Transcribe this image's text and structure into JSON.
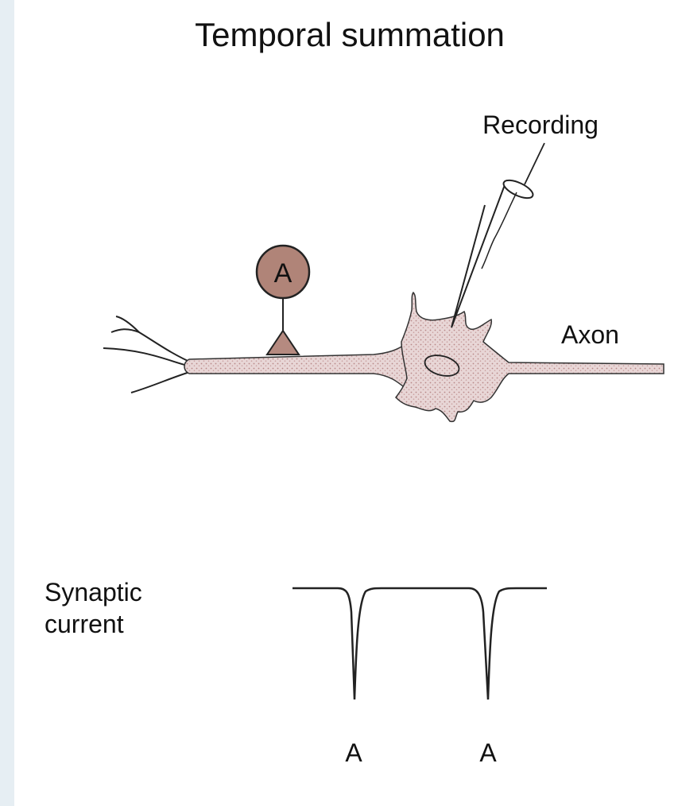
{
  "title": "Temporal summation",
  "labels": {
    "recording": "Recording",
    "axon": "Axon",
    "synapse": "A",
    "trace_label_line1": "Synaptic",
    "trace_label_line2": "current",
    "event_1": "A",
    "event_2": "A"
  },
  "colors": {
    "background": "#e6eef3",
    "panel": "#ffffff",
    "neuron_fill": "#e2cfcf",
    "neuron_stipple": "#c79a9a",
    "synapse_fill": "#b58a80",
    "ink": "#111111"
  }
}
